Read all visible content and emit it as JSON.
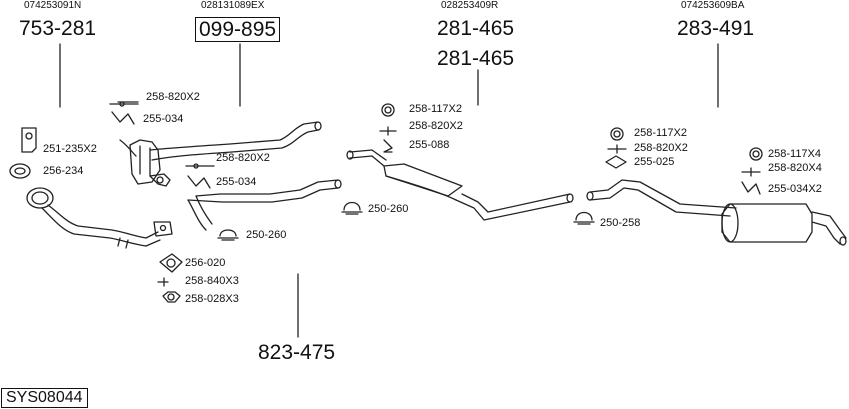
{
  "header_codes": [
    "074253091N",
    "028131089EX",
    "028253409R",
    "074253609BA"
  ],
  "assemblies": {
    "a1": "753-281",
    "a2": "099-895",
    "a3": "281-465",
    "a3b": "281-465",
    "a4": "283-491",
    "a5": "823-475"
  },
  "parts": {
    "p1": "258-820X2",
    "p2": "255-034",
    "p3": "251-235X2",
    "p4": "256-234",
    "p5": "258-820X2",
    "p6": "255-034",
    "p7": "250-260",
    "p8": "250-260",
    "p9": "256-020",
    "p10": "258-840X3",
    "p11": "258-028X3",
    "p12": "258-117X2",
    "p13": "258-820X2",
    "p14": "255-088",
    "p15": "258-117X2",
    "p16": "258-820X2",
    "p17": "255-025",
    "p18": "250-258",
    "p19": "258-117X4",
    "p20": "258-820X4",
    "p21": "255-034X2"
  },
  "system_code": "SYS08044"
}
